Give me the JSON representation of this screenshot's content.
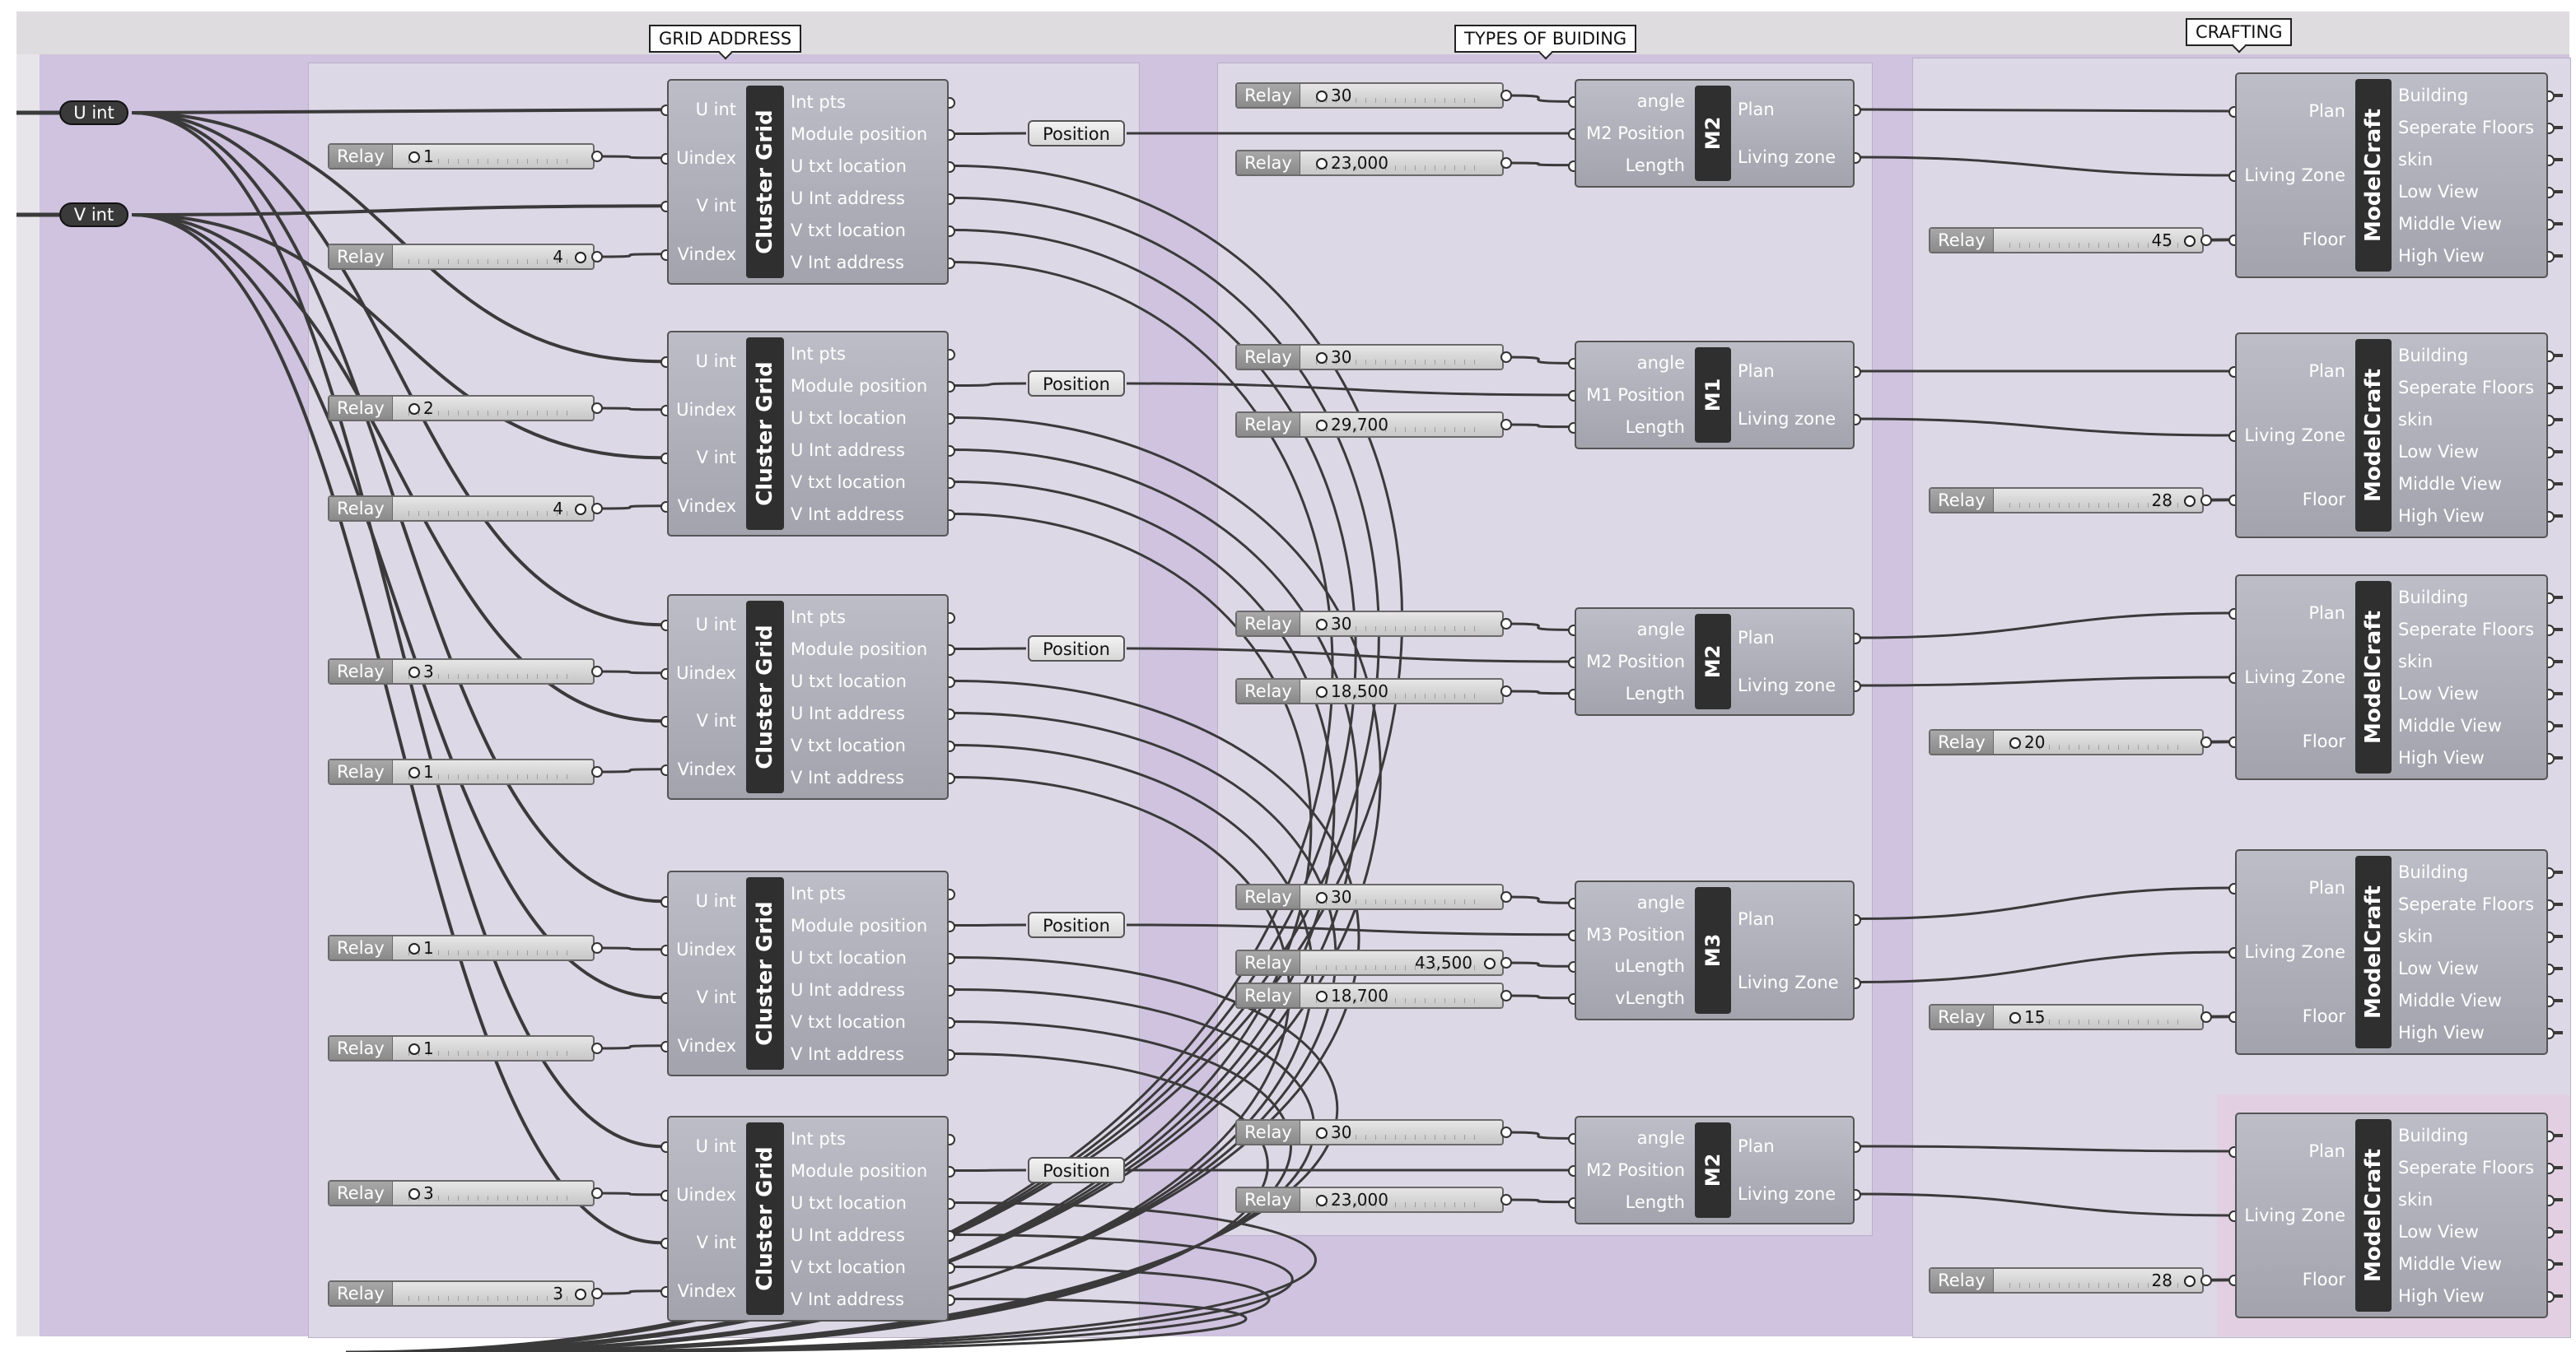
{
  "groups": {
    "grid_address": "GRID ADDRESS",
    "types_of_building": "TYPES OF BUIDING",
    "crafting": "CRAFTING"
  },
  "params": {
    "u": "U int",
    "v": "V int"
  },
  "relay_label": "Relay",
  "cluster": {
    "title": "Cluster Grid",
    "inputs": [
      "U int",
      "Uindex",
      "V int",
      "Vindex"
    ],
    "outputs": [
      "Int pts",
      "Module position",
      "U txt location",
      "U Int address",
      "V txt location",
      "V Int address"
    ]
  },
  "clusters": [
    {
      "uindex": "1",
      "vindex": "4"
    },
    {
      "uindex": "2",
      "vindex": "4"
    },
    {
      "uindex": "3",
      "vindex": "1"
    },
    {
      "uindex": "1",
      "vindex": "1"
    },
    {
      "uindex": "3",
      "vindex": "3"
    }
  ],
  "position_label": "Position",
  "types": [
    {
      "name": "M2",
      "inputs": [
        "angle",
        "M2 Position",
        "Length"
      ],
      "outputs": [
        "Plan",
        "Living zone"
      ],
      "angle": "30",
      "values": [
        "23,000"
      ]
    },
    {
      "name": "M1",
      "inputs": [
        "angle",
        "M1 Position",
        "Length"
      ],
      "outputs": [
        "Plan",
        "Living zone"
      ],
      "angle": "30",
      "values": [
        "29,700"
      ]
    },
    {
      "name": "M2",
      "inputs": [
        "angle",
        "M2 Position",
        "Length"
      ],
      "outputs": [
        "Plan",
        "Living zone"
      ],
      "angle": "30",
      "values": [
        "18,500"
      ]
    },
    {
      "name": "M3",
      "inputs": [
        "angle",
        "M3 Position",
        "uLength",
        "vLength"
      ],
      "outputs": [
        "Plan",
        "Living Zone"
      ],
      "angle": "30",
      "values": [
        "43,500",
        "18,700"
      ]
    },
    {
      "name": "M2",
      "inputs": [
        "angle",
        "M2 Position",
        "Length"
      ],
      "outputs": [
        "Plan",
        "Living zone"
      ],
      "angle": "30",
      "values": [
        "23,000"
      ]
    }
  ],
  "modelcraft": {
    "title": "ModelCraft",
    "inputs": [
      "Plan",
      "Living Zone",
      "Floor"
    ],
    "outputs": [
      "Building",
      "Seperate Floors",
      "skin",
      "Low View",
      "Middle View",
      "High View"
    ]
  },
  "floors": [
    "45",
    "28",
    "20",
    "15",
    "28"
  ],
  "colors": {
    "canvas_purple": "#cfc3df",
    "group_panel": "#ddd8e6",
    "node_body": "#a8a8b2",
    "node_core": "#2f2f2f",
    "wire": "#3a3a3a"
  }
}
